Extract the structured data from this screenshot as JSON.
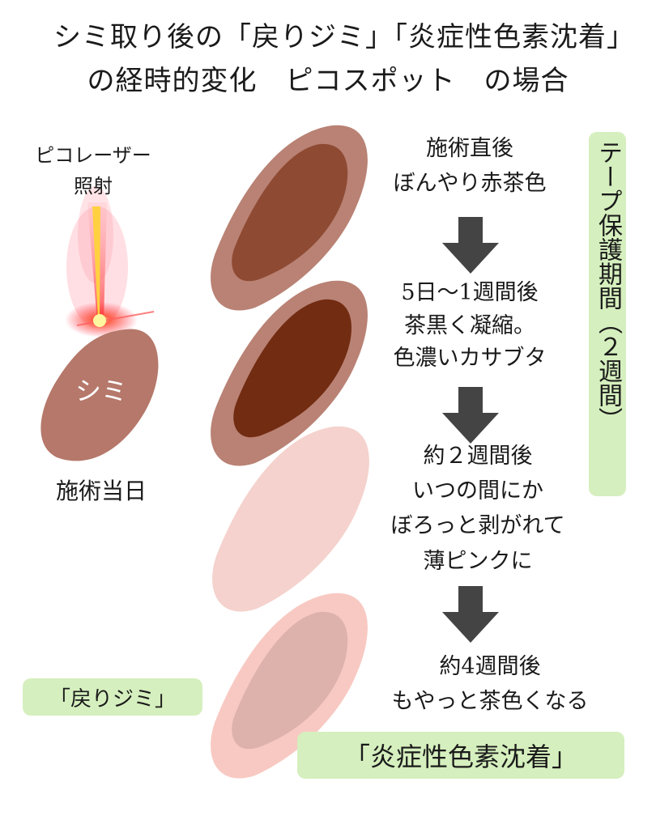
{
  "title": {
    "line1": "シミ取り後の「戻りジミ」「炎症性色素沈着」",
    "line2": "の経時的変化　ピコスポット　の場合"
  },
  "laser": {
    "label_line1": "ピコレーザー",
    "label_line2": "照射"
  },
  "spot": {
    "text": "シミ",
    "day_label": "施術当日"
  },
  "steps": [
    {
      "lines": [
        "施術直後",
        "ぼんやり赤茶色"
      ]
    },
    {
      "lines": [
        "5日～1週間後",
        "茶黒く凝縮。",
        "色濃いカサブタ"
      ]
    },
    {
      "lines": [
        "約２週間後",
        "いつの間にか",
        "ぼろっと剥がれて",
        "薄ピンクに"
      ]
    },
    {
      "lines": [
        "約4週間後",
        "もやっと茶色くなる"
      ]
    }
  ],
  "tape_period": "テープ保護期間（２週間）",
  "return_spot": "「戻りジミ」",
  "pih": "「炎症性色素沈着」",
  "colors": {
    "green_box": "#d5efbe",
    "arrow": "#444444",
    "stage1_outer": "#b98274",
    "stage1_inner": "#8e4a33",
    "stage2_outer": "#b98274",
    "stage2_inner": "#722c12",
    "stage3": "#f5d2cd",
    "stage4_outer": "#f8c9c2",
    "stage4_inner": "#ddb2ad",
    "spot": "#b5786a"
  }
}
